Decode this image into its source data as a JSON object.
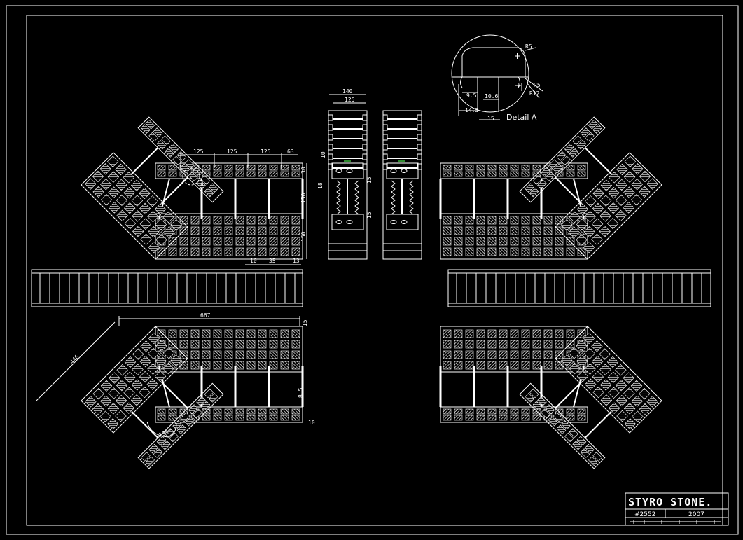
{
  "drawing": {
    "title_block": {
      "brand": "STYRO STONE.",
      "drawing_no": "#2552",
      "year": "2007"
    },
    "detail": {
      "label": "Detail A",
      "marker": "A",
      "dims": {
        "r_top": "R5",
        "r_side": "R5",
        "r_side2": "R12",
        "d1": "9.5",
        "d2": "10.6",
        "d3": "14.5",
        "d4": "15"
      }
    },
    "plan_top": {
      "dims_top": [
        "125",
        "125",
        "125",
        "63"
      ],
      "dim_rail": "30",
      "dim_gap": "150",
      "dim_block": "150",
      "dims_bottom": [
        "10",
        "35",
        "13"
      ]
    },
    "plan_bottom": {
      "dim_length": "667",
      "dim_wing": "446",
      "dim_top": "15",
      "dim_mid": "8.5",
      "dim_bottom": "10",
      "angle": "135°"
    },
    "elevation": {
      "dim_outer": "140",
      "dim_inner": "125",
      "dim_a": "10",
      "dim_b": "18",
      "dim_c": "15",
      "dim_d": "15"
    },
    "colors": {
      "background": "#000000",
      "lines": "#ffffff",
      "accent": "#2e8b2e"
    }
  }
}
